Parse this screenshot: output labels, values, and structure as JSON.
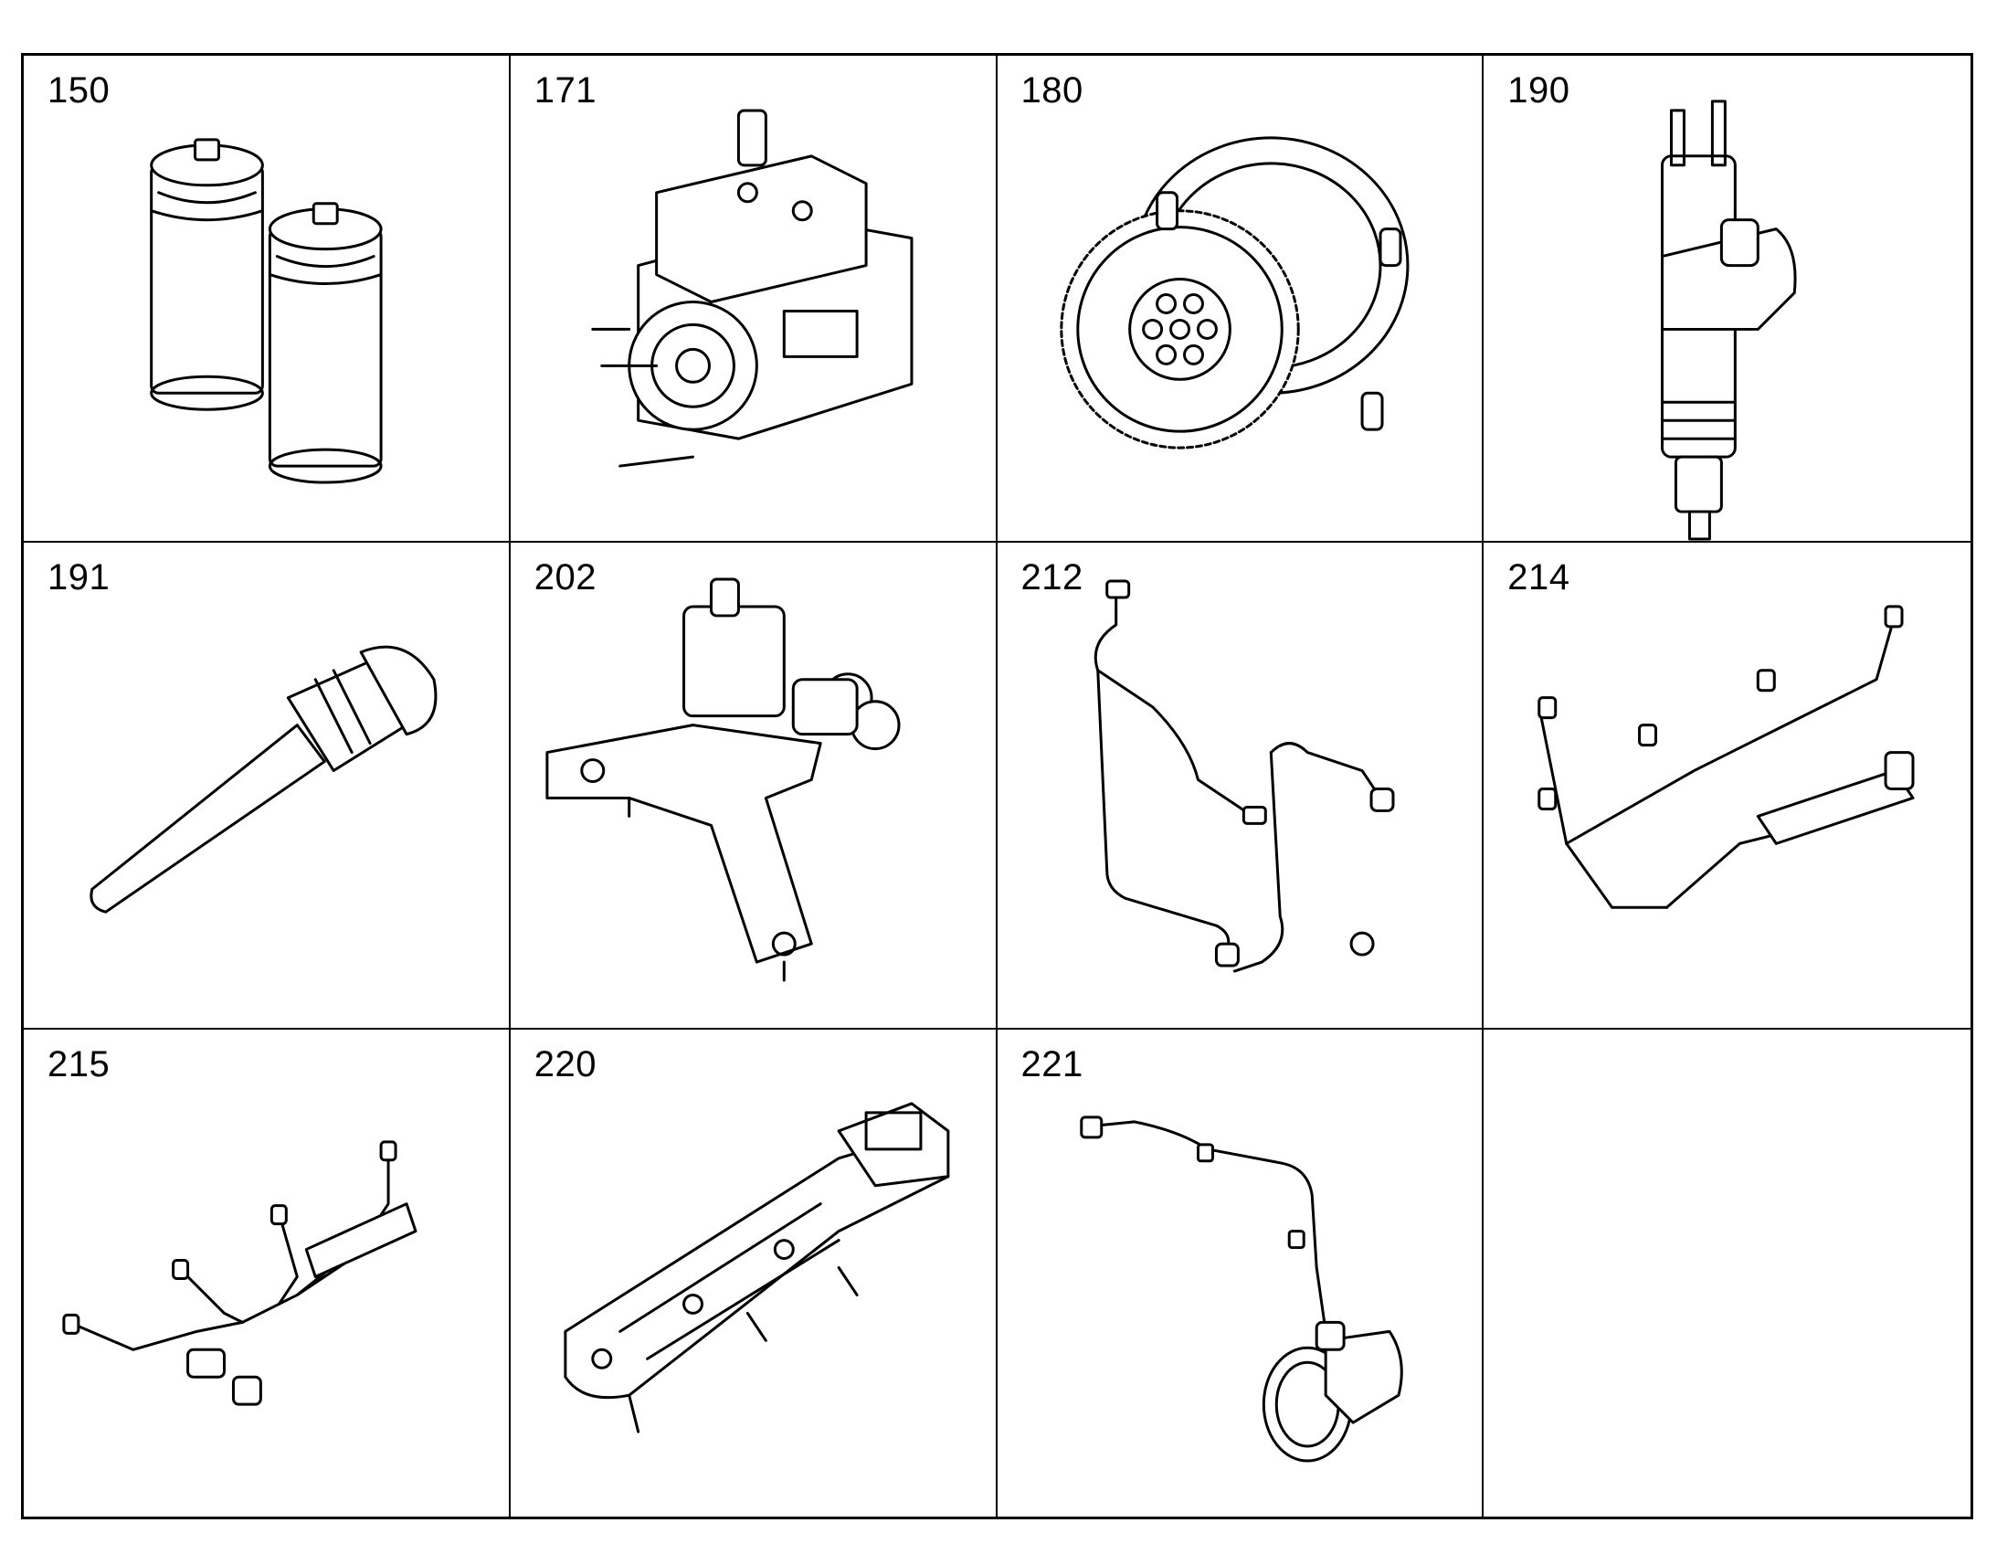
{
  "parts": [
    {
      "number": "150",
      "name": "fuel-filters-icon"
    },
    {
      "number": "171",
      "name": "high-pressure-pump-icon"
    },
    {
      "number": "180",
      "name": "gear-pump-icon"
    },
    {
      "number": "190",
      "name": "injector-icon"
    },
    {
      "number": "191",
      "name": "injector-sleeve-icon"
    },
    {
      "number": "202",
      "name": "pump-bracket-icon"
    },
    {
      "number": "212",
      "name": "fuel-line-set-icon"
    },
    {
      "number": "214",
      "name": "fuel-rail-harness-icon"
    },
    {
      "number": "215",
      "name": "injection-lines-icon"
    },
    {
      "number": "220",
      "name": "intake-manifold-icon"
    },
    {
      "number": "221",
      "name": "fuel-return-line-icon"
    }
  ]
}
